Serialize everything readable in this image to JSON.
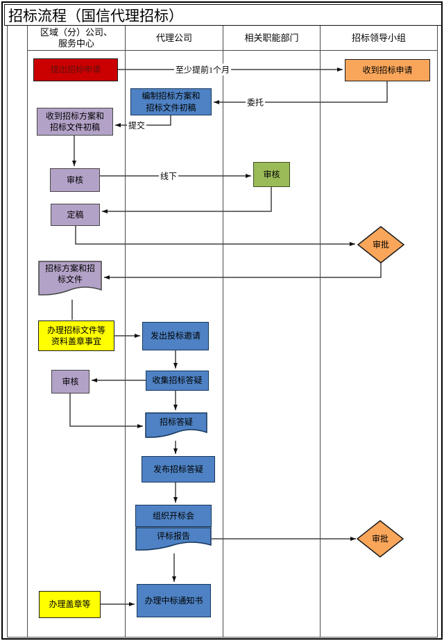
{
  "title": "招标流程（国信代理招标）",
  "lanes": [
    {
      "label": "区域（分）公司、\n服务中心"
    },
    {
      "label": "代理公司"
    },
    {
      "label": "相关职能部门"
    },
    {
      "label": "招标领导小组"
    }
  ],
  "nodes": {
    "submit_request": {
      "label": "提出招标申请"
    },
    "receive_request": {
      "label": "收到招标申请"
    },
    "draft_documents": {
      "label": "编制招标方案和\n招标文件初稿"
    },
    "receive_draft": {
      "label": "收到招标方案和\n招标文件初稿"
    },
    "review_company": {
      "label": "审核"
    },
    "review_dept": {
      "label": "审核"
    },
    "finalize": {
      "label": "定稿"
    },
    "approve_1": {
      "label": "审批"
    },
    "plan_doc": {
      "label": "招标方案和招\n标文件"
    },
    "stamp_documents": {
      "label": "办理招标文件等\n资料盖章事宜"
    },
    "send_invitation": {
      "label": "发出投标邀请"
    },
    "review_2": {
      "label": "审核"
    },
    "collect_qa": {
      "label": "收集招标答疑"
    },
    "qa_doc": {
      "label": "招标答疑"
    },
    "publish_qa": {
      "label": "发布招标答疑"
    },
    "bid_opening": {
      "label": "组织开标会"
    },
    "eval_report": {
      "label": "评标报告"
    },
    "award_notice": {
      "label": "办理中标通知书"
    },
    "stamp_etc": {
      "label": "办理盖章等"
    },
    "approve_2": {
      "label": "审批"
    }
  },
  "edge_labels": {
    "advance": "至少提前1个月",
    "entrust": "委托",
    "submit": "提交",
    "offline": "线下"
  },
  "colors": {
    "red": "#CB0000",
    "red_text": "#5E1010",
    "orange": "#F9A65B",
    "blue": "#4E82C4",
    "purple": "#B3A2C7",
    "green": "#9BBB59",
    "yellow": "#FFFF00",
    "line": "#3F3F3F"
  }
}
